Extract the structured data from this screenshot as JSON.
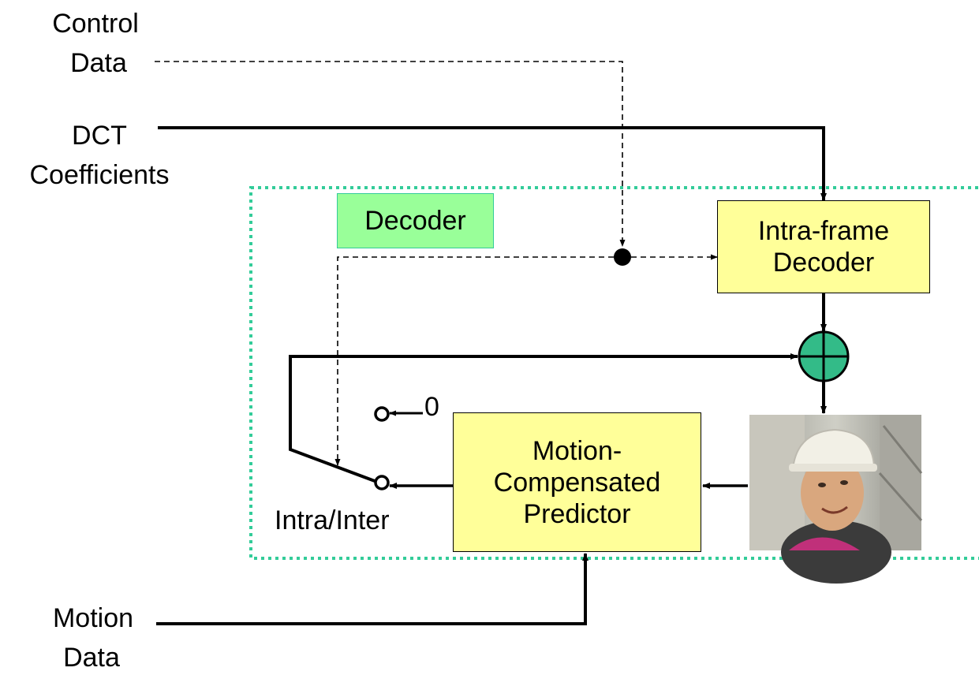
{
  "inputs": {
    "control_data": [
      "Control",
      "Data"
    ],
    "dct_coefficients": [
      "DCT",
      "Coefficients"
    ],
    "motion_data": [
      "Motion",
      "Data"
    ]
  },
  "decoder_region": {
    "label": "Decoder",
    "label_fill": "#99FF99",
    "border_color": "#33CC99"
  },
  "blocks": {
    "intra_frame_decoder": [
      "Intra-frame",
      "Decoder"
    ],
    "motion_compensated_predictor": [
      "Motion-",
      "Compensated",
      "Predictor"
    ],
    "block_fill": "#FFFF99"
  },
  "adder": {
    "fill": "#33BB88",
    "symbol": "plus"
  },
  "switch": {
    "label": "Intra/Inter",
    "zero_input_label": "0"
  },
  "frame_image": {
    "description_icon": "person-in-hard-hat-photo"
  }
}
